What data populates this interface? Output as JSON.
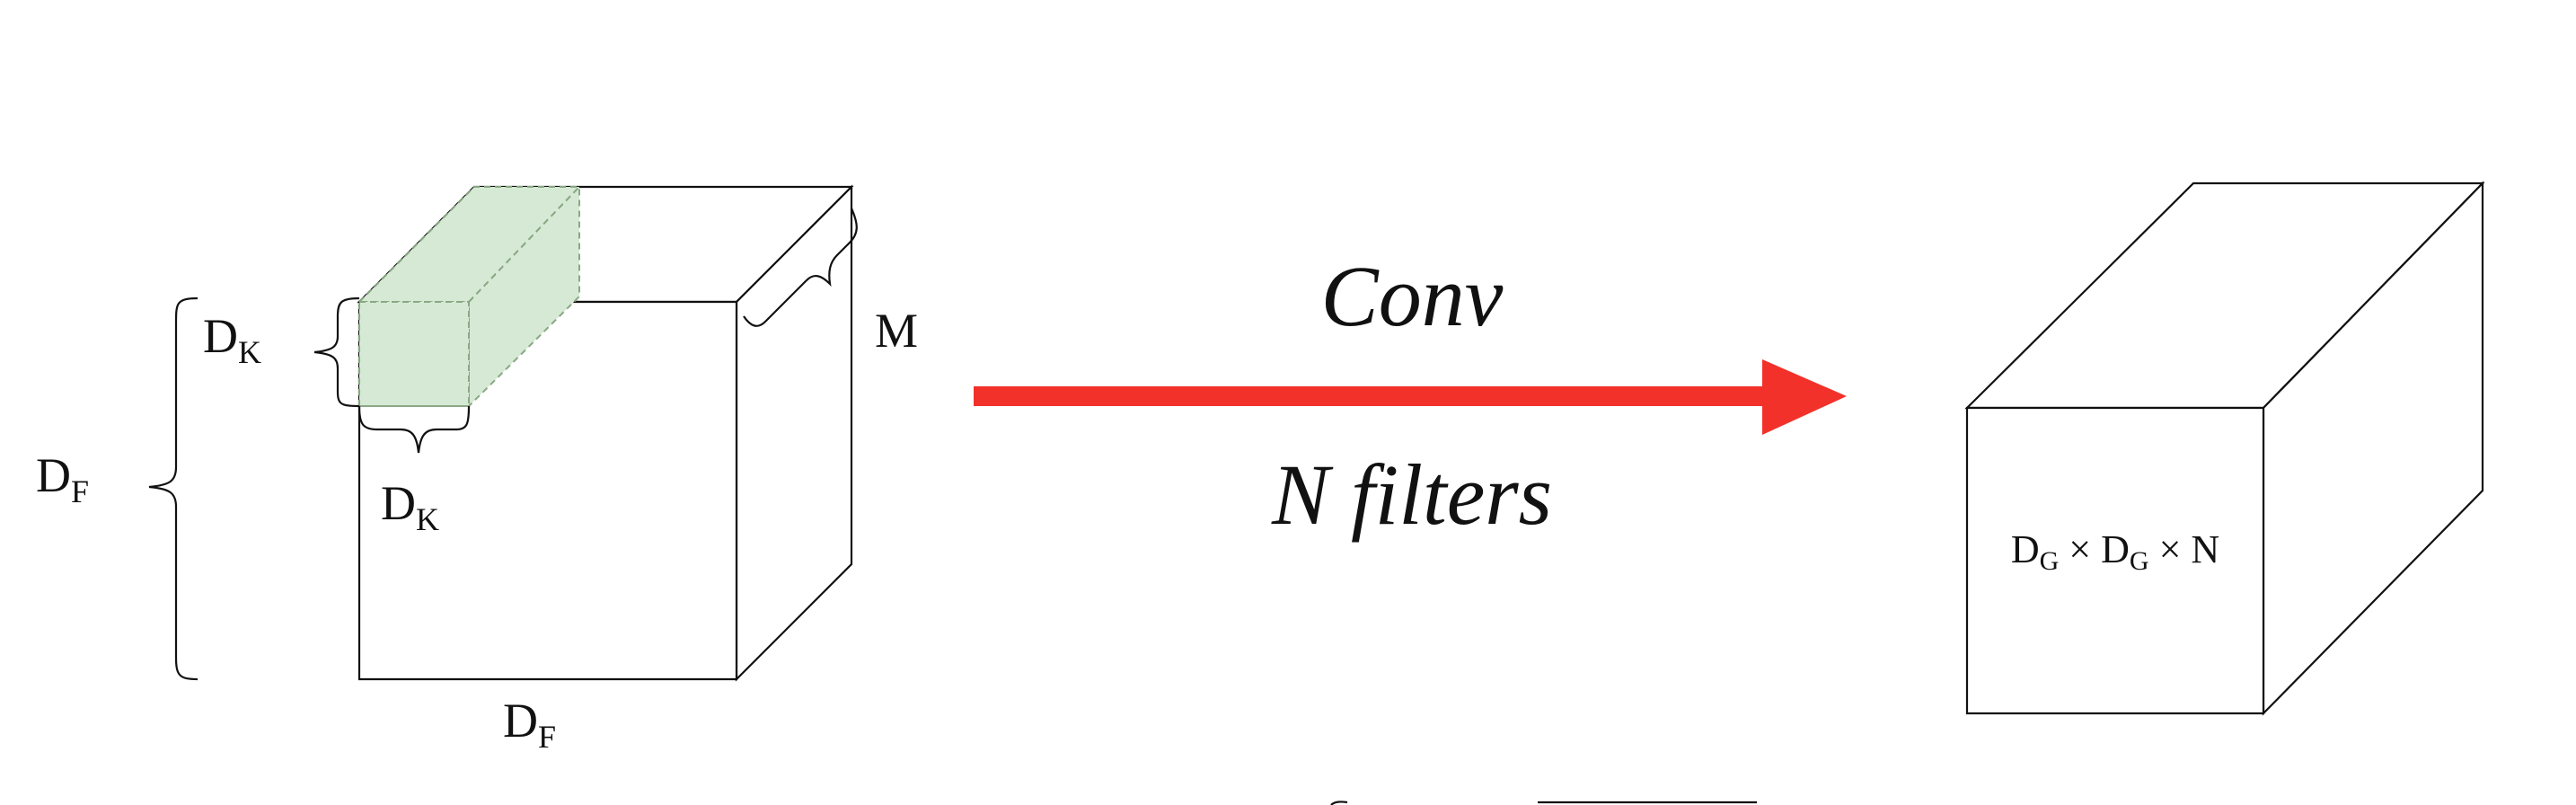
{
  "input": {
    "height_label": "D",
    "height_sub": "F",
    "width_label": "D",
    "width_sub": "F",
    "depth_label": "M"
  },
  "kernel": {
    "height_label": "D",
    "height_sub": "K",
    "width_label": "D",
    "width_sub": "K",
    "color": "#d5e9d4"
  },
  "operation": {
    "top_label": "Conv",
    "bottom_label": "N filters",
    "arrow_color": "#f2322a"
  },
  "output": {
    "dims": [
      {
        "base": "D",
        "sub": "G"
      },
      {
        "base": "D",
        "sub": "G"
      },
      {
        "base": "N",
        "sub": ""
      }
    ],
    "separator": "×"
  }
}
